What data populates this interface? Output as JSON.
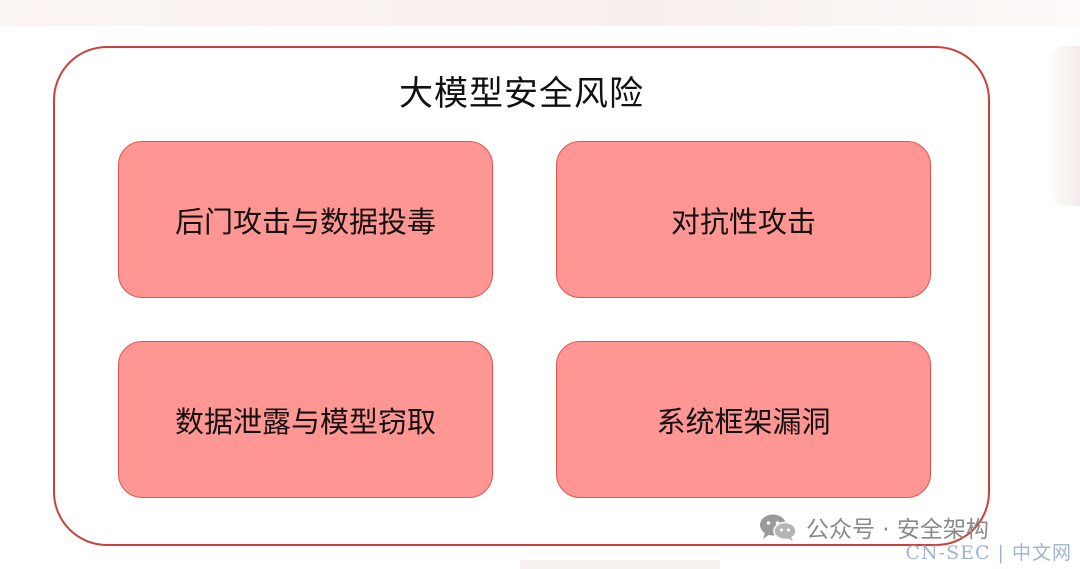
{
  "diagram": {
    "title": "大模型安全风险",
    "risks": [
      {
        "label": "后门攻击与数据投毒"
      },
      {
        "label": "对抗性攻击"
      },
      {
        "label": "数据泄露与模型窃取"
      },
      {
        "label": "系统框架漏洞"
      }
    ]
  },
  "colors": {
    "outline": "#c9413c",
    "box_fill": "#fe9694",
    "box_border": "#e2534f"
  },
  "watermark": {
    "icon": "wechat-icon",
    "text": "公众号 · 安全架构"
  },
  "site_mark": {
    "text": "CN-SEC | 中文网"
  }
}
